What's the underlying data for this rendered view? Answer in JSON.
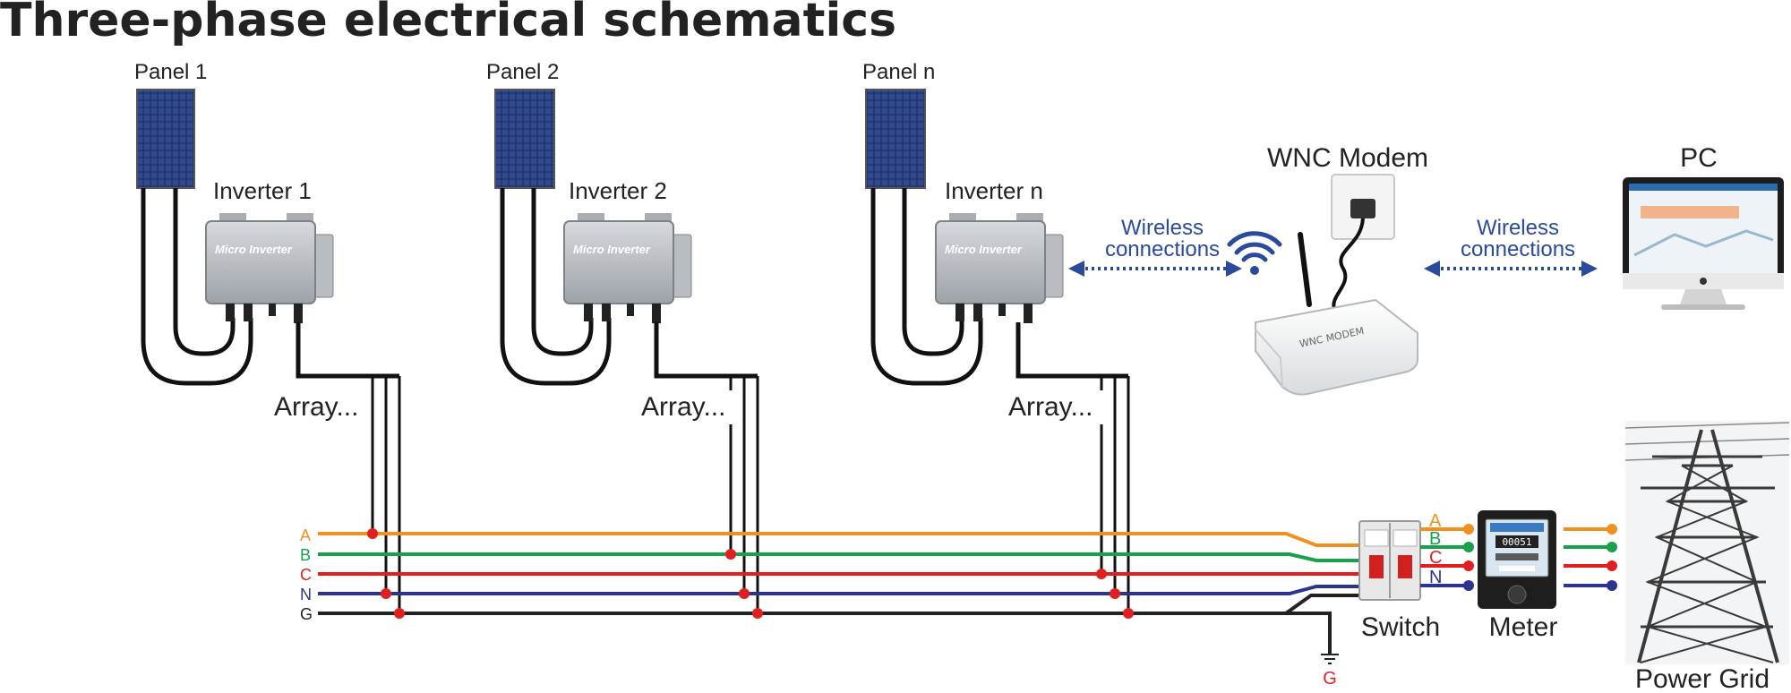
{
  "title": "Three-phase electrical schematics",
  "units": [
    {
      "panel_label": "Panel 1",
      "inverter_label": "Inverter 1",
      "device_text": "Micro Inverter",
      "array_label": "Array..."
    },
    {
      "panel_label": "Panel 2",
      "inverter_label": "Inverter 2",
      "device_text": "Micro Inverter",
      "array_label": "Array..."
    },
    {
      "panel_label": "Panel n",
      "inverter_label": "Inverter n",
      "device_text": "Micro Inverter",
      "array_label": "Array..."
    }
  ],
  "wireless_label_line1": "Wireless",
  "wireless_label_line2": "connections",
  "modem_label": "WNC Modem",
  "modem_device_text": "WNC MODEM",
  "pc_label": "PC",
  "bus_lines": [
    {
      "name": "A",
      "color": "#f0901e"
    },
    {
      "name": "B",
      "color": "#18a04a"
    },
    {
      "name": "C",
      "color": "#e02020"
    },
    {
      "name": "N",
      "color": "#2b3590"
    },
    {
      "name": "G",
      "color": "#222222"
    }
  ],
  "ground_label": "G",
  "switch_label": "Switch",
  "meter_label": "Meter",
  "meter_display": "00051",
  "grid_label": "Power Grid"
}
